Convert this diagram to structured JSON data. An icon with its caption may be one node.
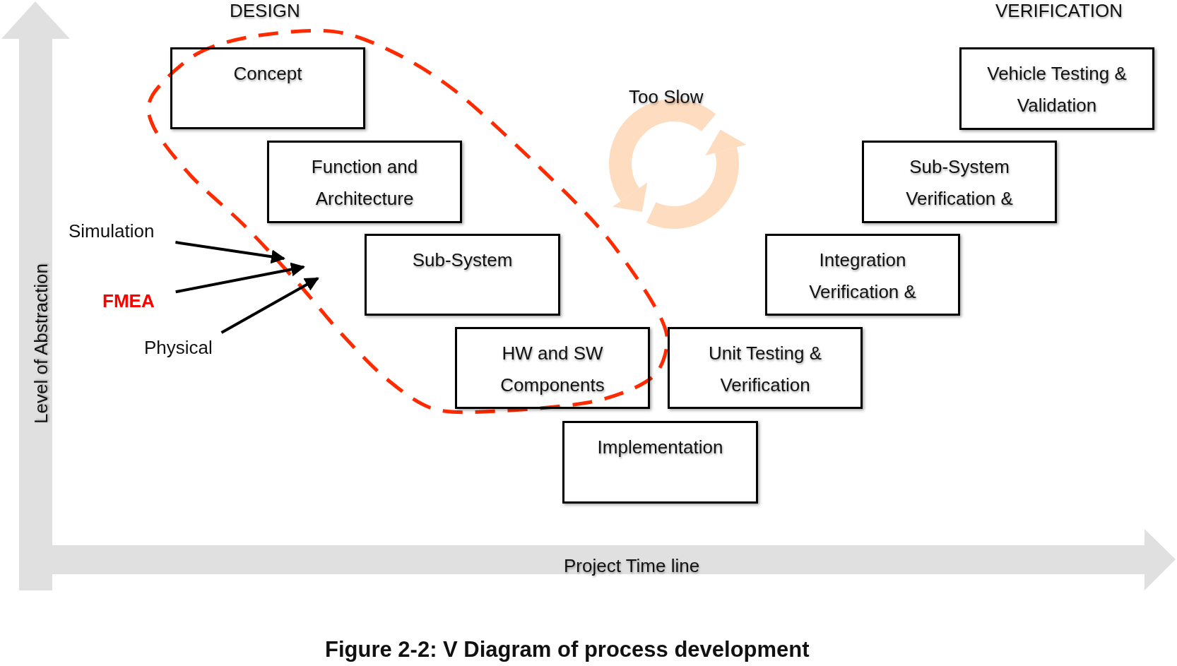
{
  "diagram": {
    "caption": "Figure 2-2: V Diagram of process development",
    "nodes": [
      {
        "text": [
          "Concept"
        ]
      },
      {
        "text": [
          "Function and Architecture"
        ]
      },
      {
        "text": [
          "Sub-System"
        ]
      },
      {
        "text": [
          "HW and SW Components"
        ]
      },
      {
        "text": [
          "Implementation"
        ]
      },
      {
        "text": [
          "Unit Testing & Verification"
        ]
      },
      {
        "text": [
          "Integration Verification &"
        ]
      },
      {
        "text": [
          "Sub-System Verification &"
        ]
      },
      {
        "text": [
          "Vehicle Testing & Validation"
        ]
      },
      {
        "text": [
          "Simulation"
        ]
      },
      {
        "text": [
          "FMEA"
        ]
      },
      {
        "text": [
          "Physical"
        ]
      }
    ],
    "edges": [
      {
        "from": 9,
        "to": null,
        "arrow": "to"
      },
      {
        "from": 10,
        "to": null,
        "arrow": "to"
      },
      {
        "from": 11,
        "to": null,
        "arrow": "to"
      }
    ],
    "labels": [
      "DESIGN",
      "VERIFICATION",
      "Too Slow",
      "Level of Abstraction",
      "Project Time line"
    ]
  }
}
